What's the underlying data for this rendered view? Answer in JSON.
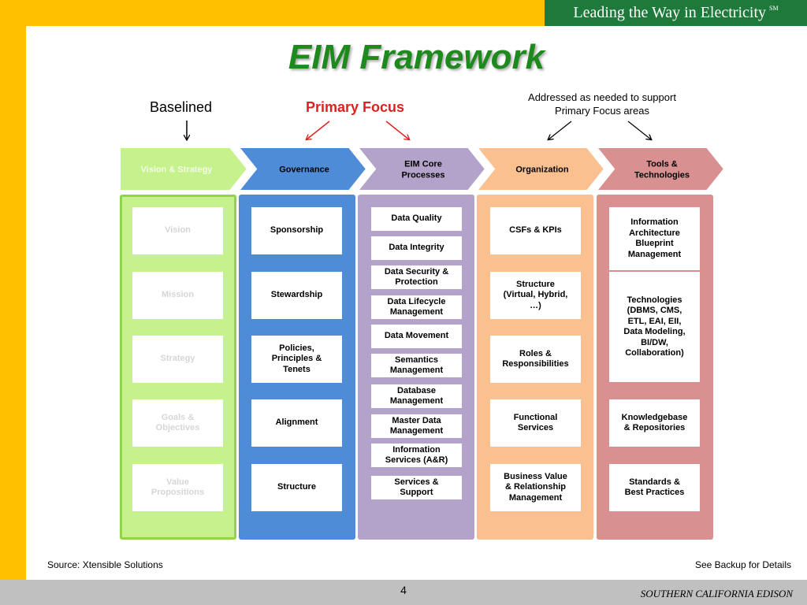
{
  "header": {
    "tagline": "Leading the Way in Electricity",
    "tagline_mark": "SM"
  },
  "title": "EIM Framework",
  "labels": {
    "baselined": "Baselined",
    "primary_focus": "Primary Focus",
    "addressed": "Addressed as needed to support Primary Focus areas"
  },
  "colors": {
    "vision": "#c6f28e",
    "governance": "#4f8cd8",
    "core": "#b3a2c9",
    "organization": "#fac090",
    "tools": "#d89090",
    "title": "#1e8a1e",
    "primary_focus": "#e02020",
    "top_bar": "#ffc000",
    "tagline_bg": "#1e7a3a"
  },
  "columns": [
    {
      "id": "vision",
      "header": "Vision & Strategy",
      "faded": true,
      "items": [
        "Vision",
        "Mission",
        "Strategy",
        "Goals &\nObjectives",
        "Value\nPropositions"
      ]
    },
    {
      "id": "governance",
      "header": "Governance",
      "items": [
        "Sponsorship",
        "Stewardship",
        "Policies,\nPrinciples &\nTenets",
        "Alignment",
        "Structure"
      ]
    },
    {
      "id": "core",
      "header": "EIM Core\nProcesses",
      "items": [
        "Data Quality",
        "Data Integrity",
        "Data Security &\nProtection",
        "Data Lifecycle\nManagement",
        "Data Movement",
        "Semantics\nManagement",
        "Database\nManagement",
        "Master Data\nManagement",
        "Information\nServices (A&R)",
        "Services &\nSupport"
      ]
    },
    {
      "id": "organization",
      "header": "Organization",
      "items": [
        "CSFs & KPIs",
        "Structure\n(Virtual, Hybrid,\n…)",
        "Roles &\nResponsibilities",
        "Functional\nServices",
        "Business Value\n& Relationship\nManagement"
      ]
    },
    {
      "id": "tools",
      "header": "Tools &\nTechnologies",
      "items": [
        "Information\nArchitecture\nBlueprint\nManagement",
        "Technologies\n(DBMS, CMS,\nETL, EAI, EII,\nData Modeling,\nBI/DW,\nCollaboration)",
        "Knowledgebase\n& Repositories",
        "Standards &\nBest Practices"
      ]
    }
  ],
  "footer": {
    "source": "Source: Xtensible Solutions",
    "backup": "See Backup for Details",
    "page": "4",
    "company": "SOUTHERN CALIFORNIA EDISON"
  }
}
